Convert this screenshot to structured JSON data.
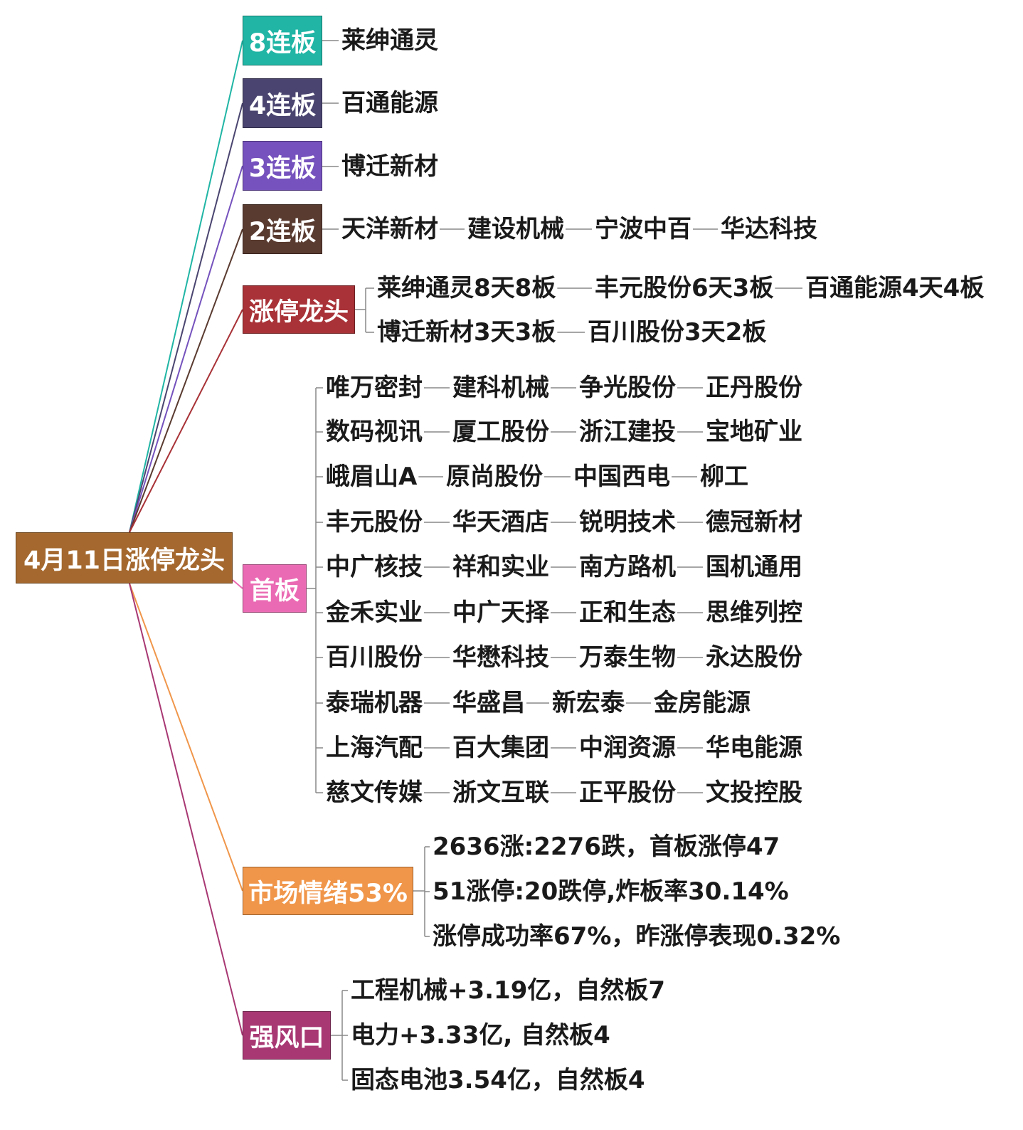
{
  "root": {
    "label": "4月11日涨停龙头",
    "color": "#a5692f"
  },
  "branches": {
    "b8": {
      "label": "8连板",
      "color": "#20b5a5",
      "items": [
        "莱绅通灵"
      ]
    },
    "b4": {
      "label": "4连板",
      "color": "#4a4570",
      "items": [
        "百通能源"
      ]
    },
    "b3": {
      "label": "3连板",
      "color": "#7552bd",
      "items": [
        "博迁新材"
      ]
    },
    "b2": {
      "label": "2连板",
      "color": "#5a3b30",
      "items": [
        "天洋新材",
        "建设机械",
        "宁波中百",
        "华达科技"
      ]
    },
    "leader": {
      "label": "涨停龙头",
      "color": "#a83237",
      "rows": [
        [
          "莱绅通灵8天8板",
          "丰元股份6天3板",
          "百通能源4天4板"
        ],
        [
          "博迁新材3天3板",
          "百川股份3天2板"
        ]
      ]
    },
    "first": {
      "label": "首板",
      "color": "#ea6bb3",
      "rows": [
        [
          "唯万密封",
          "建科机械",
          "争光股份",
          "正丹股份"
        ],
        [
          "数码视讯",
          "厦工股份",
          "浙江建投",
          "宝地矿业"
        ],
        [
          "峨眉山A",
          "原尚股份",
          "中国西电",
          "柳工"
        ],
        [
          "丰元股份",
          "华天酒店",
          "锐明技术",
          "德冠新材"
        ],
        [
          "中广核技",
          "祥和实业",
          "南方路机",
          "国机通用"
        ],
        [
          "金禾实业",
          "中广天择",
          "正和生态",
          "思维列控"
        ],
        [
          "百川股份",
          "华懋科技",
          "万泰生物",
          "永达股份"
        ],
        [
          "泰瑞机器",
          "华盛昌",
          "新宏泰",
          "金房能源"
        ],
        [
          "上海汽配",
          "百大集团",
          "中润资源",
          "华电能源"
        ],
        [
          "慈文传媒",
          "浙文互联",
          "正平股份",
          "文投控股"
        ]
      ]
    },
    "mood": {
      "label": "市场情绪53%",
      "color": "#f0964a",
      "lines": [
        "2636涨:2276跌，首板涨停47",
        "51涨停:20跌停,炸板率30.14%",
        "涨停成功率67%，昨涨停表现0.32%"
      ]
    },
    "wind": {
      "label": "强风口",
      "color": "#a83873",
      "lines": [
        "工程机械+3.19亿，自然板7",
        "电力+3.33亿, 自然板4",
        "固态电池3.54亿，自然板4"
      ]
    }
  }
}
